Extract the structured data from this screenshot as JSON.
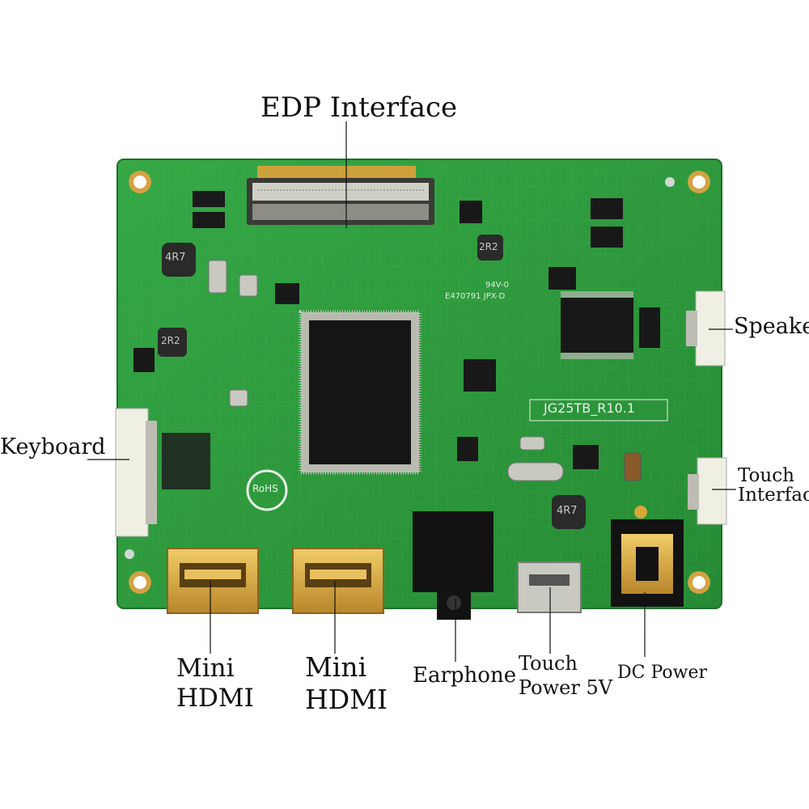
{
  "labels": {
    "edp": "EDP Interface",
    "speaker": "Speaker",
    "keyboard": "Keyboard",
    "touch_interface": [
      "Touch",
      "Interface"
    ],
    "mini_hdmi_1": [
      "Mini",
      "HDMI"
    ],
    "mini_hdmi_2": [
      "Mini",
      "HDMI"
    ],
    "earphone": "Earphone",
    "touch_power": [
      "Touch",
      "Power 5V"
    ],
    "dc_power": "DC Power"
  },
  "board": {
    "model": "JG25TB_R10.1",
    "chip_marks": [
      "4R7",
      "2R2",
      "2R2",
      "4R7"
    ],
    "silkscreen": [
      "RoHS",
      "94V-0",
      "E470791 JPX-D"
    ]
  },
  "colors": {
    "pcb": "#2e9a3c",
    "pcb_dark": "#23802f",
    "gold": "#d8a838",
    "chip": "#1a1a1a"
  }
}
